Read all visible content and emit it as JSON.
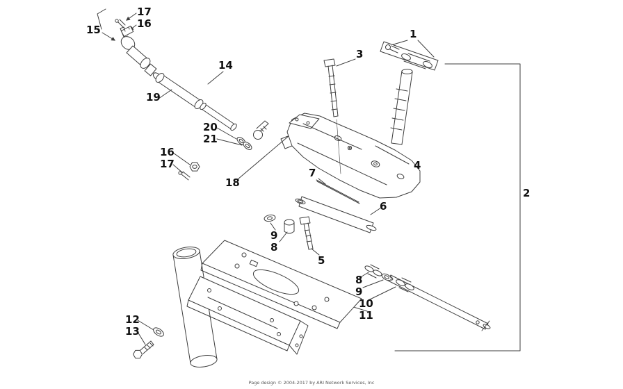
{
  "page": {
    "background": "#ffffff",
    "line_color": "#3d3d3d",
    "label_color": "#111111",
    "footer_text": "Page design © 2004-2017 by ARI Network Services, Inc"
  },
  "diagram": {
    "kind": "exploded-parts-diagram",
    "callouts": [
      {
        "label": "17",
        "name": "cotter-pin-upper"
      },
      {
        "label": "16",
        "name": "castle-nut-upper"
      },
      {
        "label": "15",
        "name": "tie-rod-end-assembly"
      },
      {
        "label": "1",
        "name": "post-clamp-assembly"
      },
      {
        "label": "3",
        "name": "upper-bolt"
      },
      {
        "label": "14",
        "name": "tie-rod-assembly"
      },
      {
        "label": "19",
        "name": "tie-rod"
      },
      {
        "label": "20",
        "name": "washer-outer"
      },
      {
        "label": "21",
        "name": "washer-inner"
      },
      {
        "label": "16",
        "name": "lock-nut-lower"
      },
      {
        "label": "17",
        "name": "cotter-pin-lower"
      },
      {
        "label": "4",
        "name": "upper-steering-bracket"
      },
      {
        "label": "7",
        "name": "clevis-pin"
      },
      {
        "label": "18",
        "name": "adjuster-rod"
      },
      {
        "label": "2",
        "name": "steering-post-assembly"
      },
      {
        "label": "6",
        "name": "pivot-tube"
      },
      {
        "label": "9",
        "name": "washer-left"
      },
      {
        "label": "8",
        "name": "bushing-left"
      },
      {
        "label": "5",
        "name": "pivot-bolt"
      },
      {
        "label": "8",
        "name": "bushing-right"
      },
      {
        "label": "9",
        "name": "washer-right"
      },
      {
        "label": "10",
        "name": "spacer"
      },
      {
        "label": "11",
        "name": "mounting-plate"
      },
      {
        "label": "12",
        "name": "washer-lower"
      },
      {
        "label": "13",
        "name": "bolt-lower"
      }
    ]
  }
}
